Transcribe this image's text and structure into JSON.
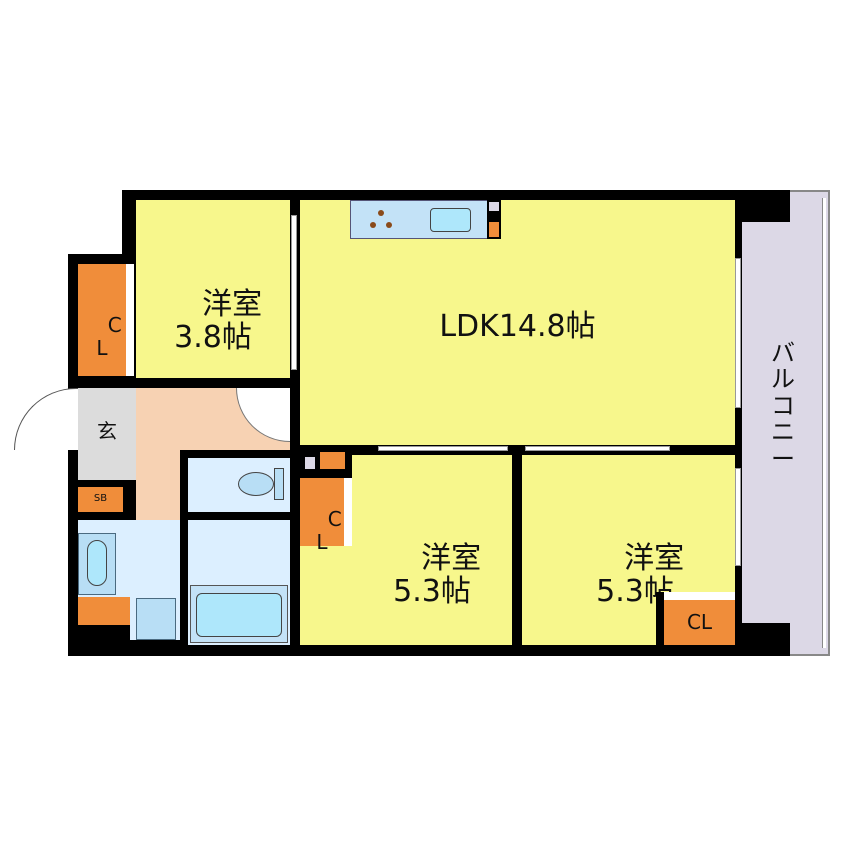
{
  "rooms": {
    "western_a": {
      "name": "洋室",
      "size": "3.8帖"
    },
    "ldk": {
      "label": "LDK14.8帖"
    },
    "western_b": {
      "name": "洋室",
      "size": "5.3帖"
    },
    "western_c": {
      "name": "洋室",
      "size": "5.3帖"
    },
    "entrance": {
      "label": "玄"
    },
    "shoe_box": {
      "label": "SB"
    },
    "balcony": {
      "label": "バルコニー"
    },
    "closet_a": {
      "c": "C",
      "l": "L"
    },
    "closet_b": {
      "c": "C",
      "l": "L"
    },
    "closet_c": {
      "label": "CL"
    }
  },
  "colors": {
    "room": "#f7f78c",
    "closet": "#f08d3a",
    "wet_area": "#dcefff",
    "entrance": "#dcdcdc",
    "hallway": "#f7d2b3",
    "balcony": "#dcd8e6",
    "wall": "#000000"
  }
}
